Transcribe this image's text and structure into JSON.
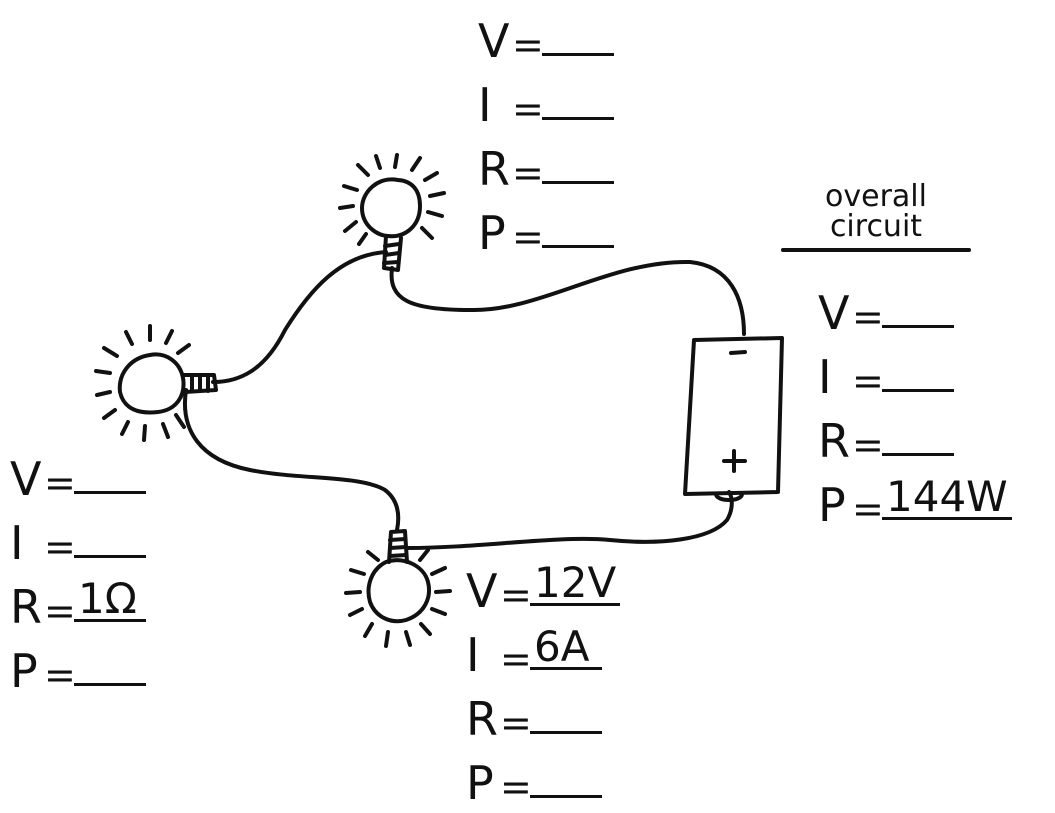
{
  "overall": {
    "title_line1": "overall",
    "title_line2": "circuit",
    "labels": {
      "V": "V",
      "I": "I",
      "R": "R",
      "P": "P"
    },
    "equals": "=",
    "values": {
      "V": "",
      "I": "",
      "R": "",
      "P": "144W"
    }
  },
  "bulb_top": {
    "labels": {
      "V": "V",
      "I": "I",
      "R": "R",
      "P": "P"
    },
    "equals": "=",
    "values": {
      "V": "",
      "I": "",
      "R": "",
      "P": ""
    }
  },
  "bulb_left": {
    "labels": {
      "V": "V",
      "I": "I",
      "R": "R",
      "P": "P"
    },
    "equals": "=",
    "values": {
      "V": "",
      "I": "",
      "R": "1Ω",
      "P": ""
    }
  },
  "bulb_bottom": {
    "labels": {
      "V": "V",
      "I": "I",
      "R": "R",
      "P": "P"
    },
    "equals": "=",
    "values": {
      "V": "12V",
      "I": "6A",
      "R": "",
      "P": ""
    }
  },
  "battery": {
    "negative_symbol": "−",
    "positive_symbol": "+"
  },
  "colors": {
    "ink": "#111111",
    "background": "#ffffff"
  }
}
